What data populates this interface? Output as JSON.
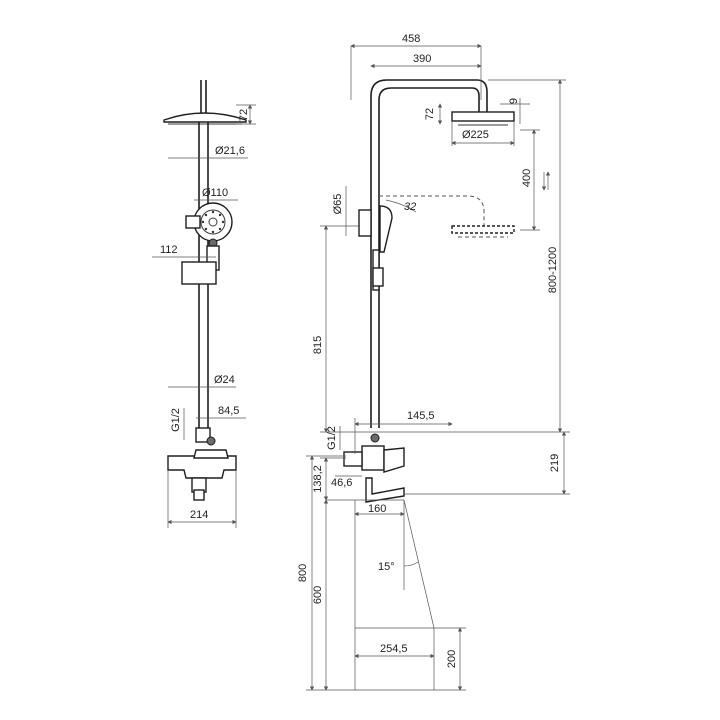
{
  "colors": {
    "line": "#3a3a3a",
    "dimension": "#555555",
    "background": "#ffffff"
  },
  "front_view": {
    "overhead_height": "72",
    "pipe_diameter": "Ø21,6",
    "hand_shower_diameter": "Ø110",
    "holder_offset": "112",
    "bar_diameter": "Ø24",
    "connection_thread": "G1/2",
    "mixer_depth": "84,5",
    "mixer_width": "214"
  },
  "side_view": {
    "arm_reach": "458",
    "arm_length": "390",
    "head_height": "72",
    "head_thickness": "9",
    "head_diameter": "Ø225",
    "head_adjust": "400",
    "holder_diameter": "Ø65",
    "hand_angle": "32",
    "total_height_range": "800-1200",
    "holder_height": "815",
    "spout_reach": "145,5",
    "thread": "G1/2",
    "mixer_height": "219",
    "body_depth": "138,2",
    "wall_offset": "46,6",
    "spout_length": "160",
    "spout_angle": "15°",
    "floor_height_1": "800",
    "floor_height_2": "600",
    "outlet_reach": "254,5",
    "outlet_height": "200"
  }
}
